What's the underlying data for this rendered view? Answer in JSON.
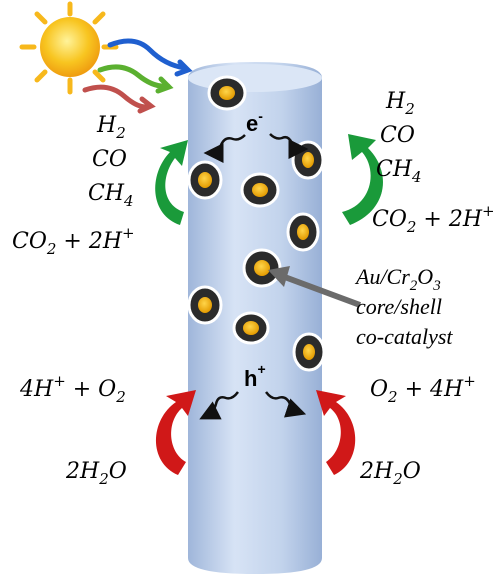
{
  "diagram": {
    "left_products": {
      "h2": "H",
      "h2_sub": "2",
      "co": "CO",
      "ch4": "CH",
      "ch4_sub": "4"
    },
    "right_products": {
      "h2": "H",
      "h2_sub": "2",
      "co": "CO",
      "ch4": "CH",
      "ch4_sub": "4"
    },
    "left_reactant": {
      "co2": "CO",
      "co2_sub": "2",
      "plus": " + 2H",
      "sup": "+"
    },
    "right_reactant": {
      "co2": "CO",
      "co2_sub": "2",
      "plus": " + 2H",
      "sup": "+"
    },
    "left_oxidation_product": {
      "h": "4H",
      "sup": "+",
      "plus": " +  O",
      "sub": "2"
    },
    "right_oxidation_product": {
      "o": "O",
      "sub": "2",
      "plus": " + 4H",
      "sup": "+"
    },
    "left_water": {
      "text": "2H",
      "sub": "2",
      "tail": "O"
    },
    "right_water": {
      "text": "2H",
      "sub": "2",
      "tail": "O"
    },
    "electron": {
      "symbol": "e",
      "sup": "-"
    },
    "hole": {
      "symbol": "h",
      "sup": "+"
    },
    "cocatalyst_label": {
      "line1": "Au/Cr",
      "line1_sub1": "2",
      "line1_mid": "O",
      "line1_sub2": "3",
      "line2": "core/shell",
      "line3": "co-catalyst"
    },
    "colors": {
      "rod": "#bcd0ec",
      "green_arrow": "#1a9a3a",
      "red_arrow": "#d01818",
      "sun": "#f6c21a",
      "particle_core": "#f2a900",
      "particle_shell": "#2b2b2b",
      "pointer": "#6b6b6b"
    }
  }
}
